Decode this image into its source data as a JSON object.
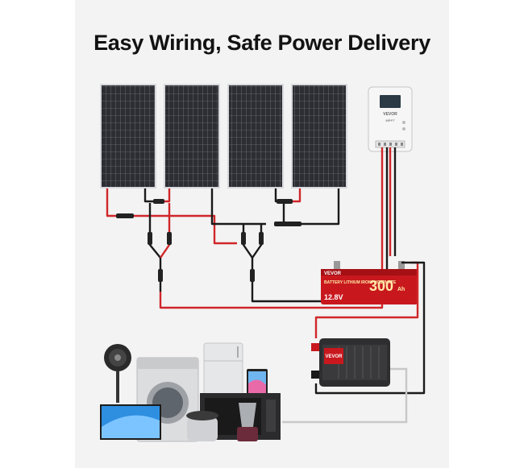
{
  "title": "Easy Wiring, Safe Power Delivery",
  "controller": {
    "brand": "VEVOR",
    "model": "MPPT"
  },
  "battery": {
    "brand": "VEVOR",
    "product_line": "BATTERY LITHIUM IRONPHOSPHATE",
    "capacity": "300",
    "capacity_unit": "Ah",
    "voltage": "12.8V"
  },
  "inverter": {
    "brand": "VEVOR"
  },
  "colors": {
    "positive_wire": "#d0262a",
    "negative_wire": "#1a1a1a",
    "ac_wire": "#c8c8c8",
    "panel": "#2e3036",
    "battery_red": "#c8181e"
  }
}
